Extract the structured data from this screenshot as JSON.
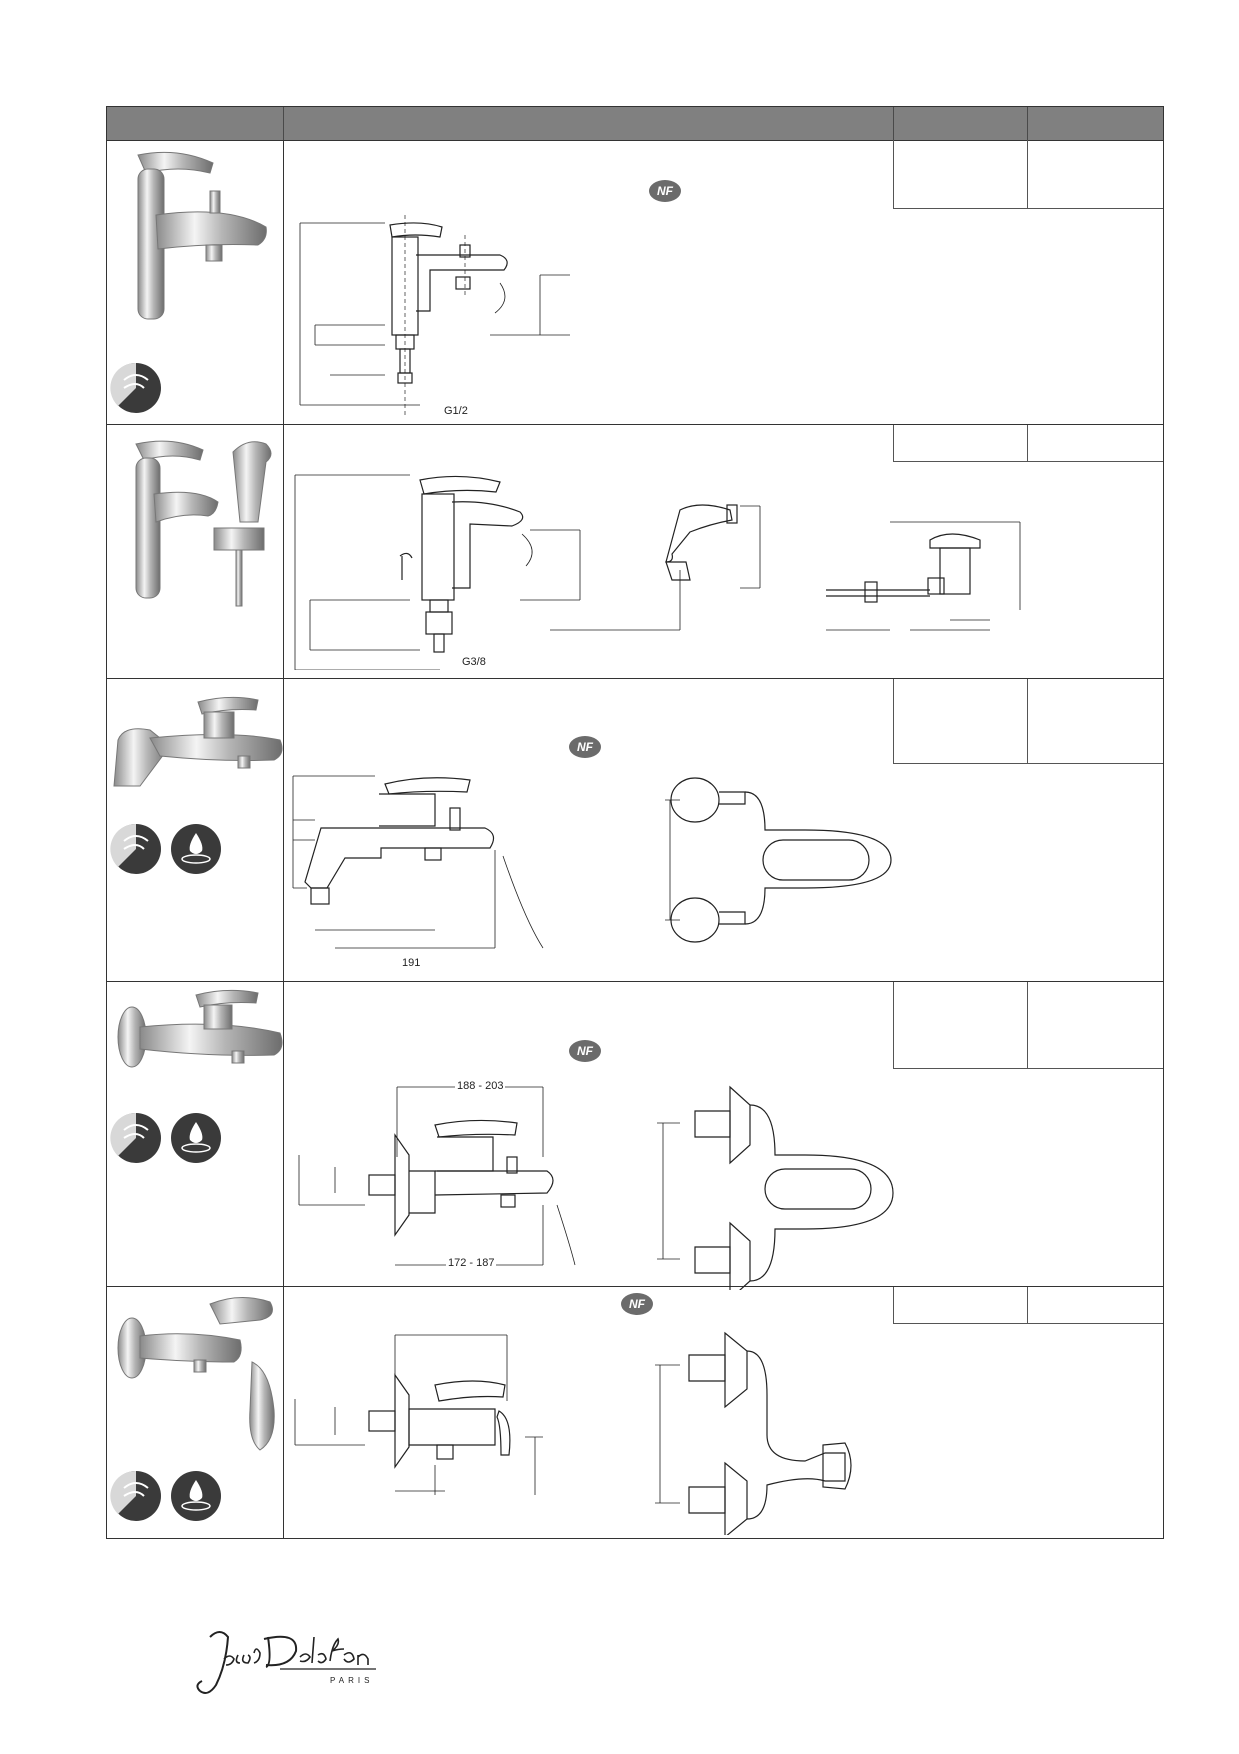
{
  "table": {
    "header_cells": [
      "",
      "",
      "",
      ""
    ]
  },
  "rows": [
    {
      "certification": "NF",
      "dimensions": [
        "G1/2"
      ],
      "icons": [
        "spray-icon"
      ]
    },
    {
      "certification": "",
      "dimensions": [
        "G3/8"
      ],
      "icons": []
    },
    {
      "certification": "NF",
      "dimensions": [
        "191"
      ],
      "icons": [
        "spray-icon",
        "water-drop-icon"
      ]
    },
    {
      "certification": "NF",
      "dimensions": [
        "188 - 203",
        "172 - 187"
      ],
      "icons": [
        "spray-icon",
        "water-drop-icon"
      ]
    },
    {
      "certification": "NF",
      "dimensions": [],
      "icons": [
        "spray-icon",
        "water-drop-icon"
      ]
    }
  ],
  "footer": {
    "brand": "Jacob Delafon",
    "brand_sub": "PARIS"
  }
}
